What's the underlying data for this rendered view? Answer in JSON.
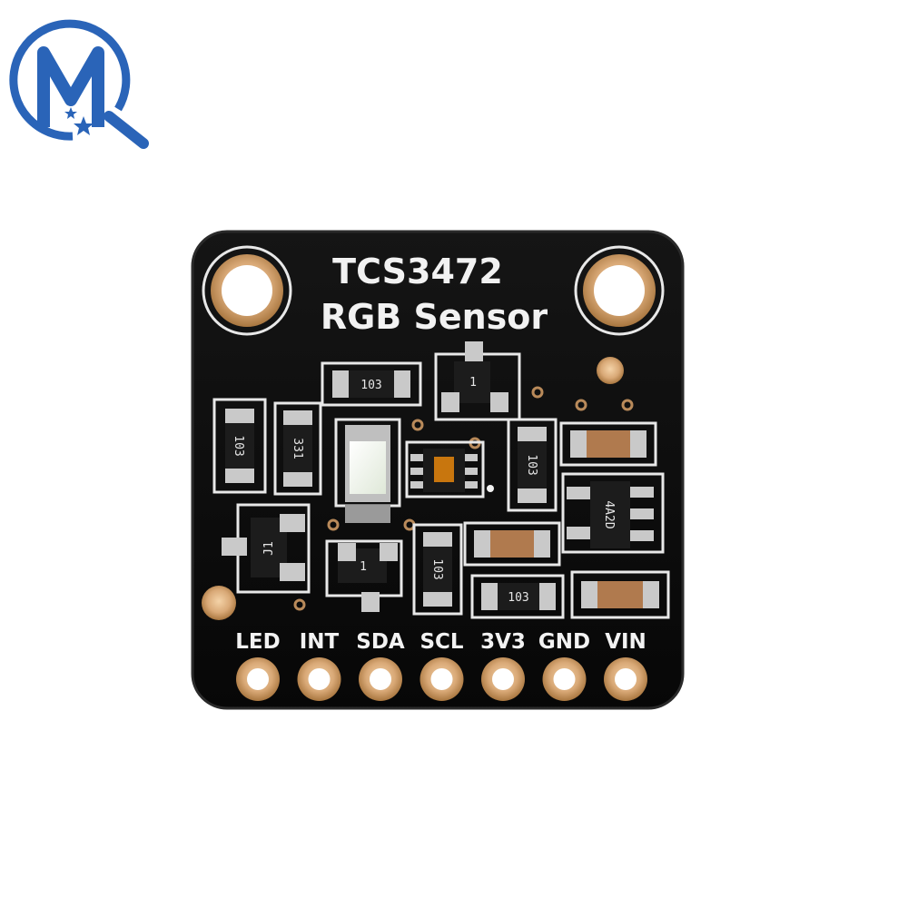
{
  "logo": {
    "letters": "MQ",
    "primary_color": "#2a64b8",
    "star_icon": "star-icon"
  },
  "board": {
    "title": "TCS3472",
    "subtitle": "RGB Sensor",
    "pcb_color": "#0d0d0d",
    "silk_color": "#f2f2f2",
    "pad_color": "#d9a977",
    "pins": [
      "LED",
      "INT",
      "SDA",
      "SCL",
      "3V3",
      "GND",
      "VIN"
    ],
    "component_markings": {
      "resistor_top": "103",
      "resistor_left": "103",
      "resistor_331": "331",
      "resistor_mid_right": "103",
      "resistor_bottom_left": "103",
      "resistor_bottom_mid": "103",
      "ic_regulator": "4A2D",
      "transistor_top": "1",
      "transistor_left": "J1",
      "transistor_bottom": "1"
    }
  }
}
